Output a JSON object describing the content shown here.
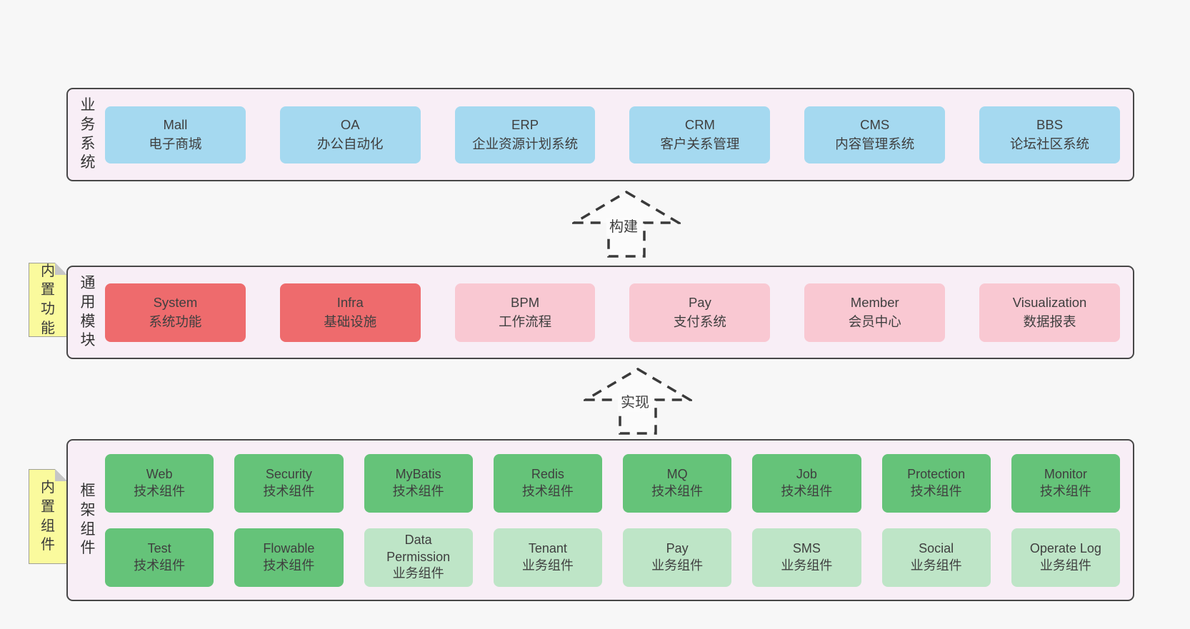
{
  "layer_business": {
    "side_label": "业务系统",
    "boxes": [
      {
        "name": "Mall",
        "desc": "电子商城"
      },
      {
        "name": "OA",
        "desc": "办公自动化"
      },
      {
        "name": "ERP",
        "desc": "企业资源计划系统"
      },
      {
        "name": "CRM",
        "desc": "客户关系管理"
      },
      {
        "name": "CMS",
        "desc": "内容管理系统"
      },
      {
        "name": "BBS",
        "desc": "论坛社区系统"
      }
    ]
  },
  "layer_modules": {
    "side_label": "通用模块",
    "note": "内置功能",
    "boxes": [
      {
        "name": "System",
        "desc": "系统功能",
        "variant": "red"
      },
      {
        "name": "Infra",
        "desc": "基础设施",
        "variant": "red"
      },
      {
        "name": "BPM",
        "desc": "工作流程",
        "variant": "pink"
      },
      {
        "name": "Pay",
        "desc": "支付系统",
        "variant": "pink"
      },
      {
        "name": "Member",
        "desc": "会员中心",
        "variant": "pink"
      },
      {
        "name": "Visualization",
        "desc": "数据报表",
        "variant": "pink"
      }
    ]
  },
  "layer_components": {
    "side_label": "框架组件",
    "note": "内置组件",
    "row1": [
      {
        "name": "Web",
        "desc": "技术组件",
        "variant": "green"
      },
      {
        "name": "Security",
        "desc": "技术组件",
        "variant": "green"
      },
      {
        "name": "MyBatis",
        "desc": "技术组件",
        "variant": "green"
      },
      {
        "name": "Redis",
        "desc": "技术组件",
        "variant": "green"
      },
      {
        "name": "MQ",
        "desc": "技术组件",
        "variant": "green"
      },
      {
        "name": "Job",
        "desc": "技术组件",
        "variant": "green"
      },
      {
        "name": "Protection",
        "desc": "技术组件",
        "variant": "green"
      },
      {
        "name": "Monitor",
        "desc": "技术组件",
        "variant": "green"
      }
    ],
    "row2": [
      {
        "name": "Test",
        "desc": "技术组件",
        "variant": "green"
      },
      {
        "name": "Flowable",
        "desc": "技术组件",
        "variant": "green"
      },
      {
        "name": "Data Permission",
        "desc": "业务组件",
        "variant": "lightgreen"
      },
      {
        "name": "Tenant",
        "desc": "业务组件",
        "variant": "lightgreen"
      },
      {
        "name": "Pay",
        "desc": "业务组件",
        "variant": "lightgreen"
      },
      {
        "name": "SMS",
        "desc": "业务组件",
        "variant": "lightgreen"
      },
      {
        "name": "Social",
        "desc": "业务组件",
        "variant": "lightgreen"
      },
      {
        "name": "Operate Log",
        "desc": "业务组件",
        "variant": "lightgreen"
      }
    ]
  },
  "arrows": {
    "build": "构建",
    "implement": "实现"
  },
  "colors": {
    "background": "#f7f7f7",
    "panel_bg": "#f8eef6",
    "panel_border": "#474747",
    "blue": "#a5d9f0",
    "red": "#ee6b6d",
    "pink": "#f9c8d2",
    "green": "#65c379",
    "light_green": "#bee5c7",
    "note_yellow": "#fafa9d",
    "note_fold": "#c6c6c6",
    "text": "#3f3f3f"
  }
}
